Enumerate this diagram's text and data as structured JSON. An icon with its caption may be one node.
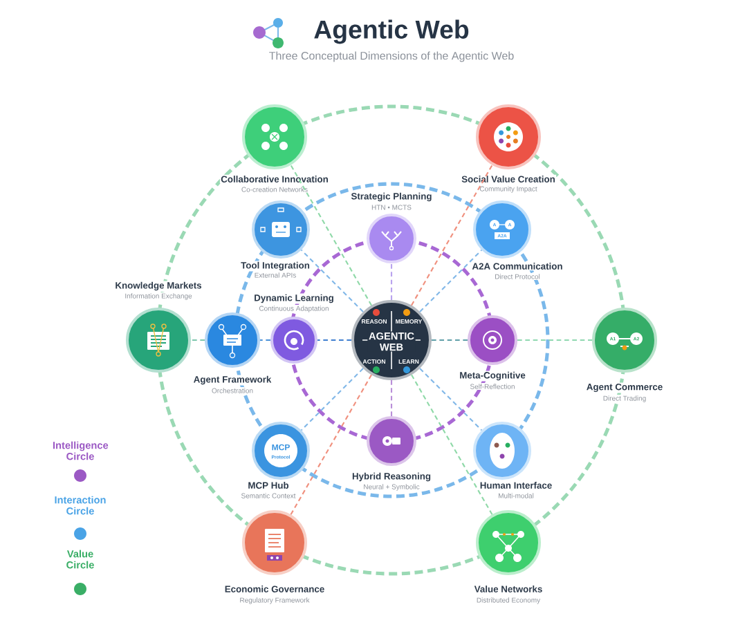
{
  "diagram": {
    "title": "Agentic Web",
    "nodes": [
      {
        "text": [
          "Collaborative Innovation",
          "Co-creation Networks"
        ]
      },
      {
        "text": [
          "Social Value Creation",
          "Community Impact"
        ]
      },
      {
        "text": [
          "Strategic Planning",
          "HTN • MCTS"
        ]
      },
      {
        "text": [
          "Tool Integration",
          "External APIs"
        ]
      },
      {
        "text": [
          "A2A Communication",
          "Direct Protocol",
          "A",
          "A",
          "A2A"
        ]
      },
      {
        "text": [
          "Knowledge Markets",
          "Information Exchange"
        ]
      },
      {
        "text": [
          "Agent Framework",
          "Orchestration"
        ]
      },
      {
        "text": [
          "Dynamic Learning",
          "Continuous Adaptation"
        ]
      },
      {
        "text": [
          "REASON",
          "MEMORY",
          "AGENTIC WEB",
          "ACTION",
          "LEARN"
        ]
      },
      {
        "text": [
          "Meta-Cognitive",
          "Self-Reflection"
        ]
      },
      {
        "text": [
          "Agent Commerce",
          "Direct Trading",
          "A1",
          "A2"
        ]
      },
      {
        "text": [
          "MCP Hub",
          "Semantic Context",
          "MCP",
          "Protocol"
        ]
      },
      {
        "text": [
          "Hybrid Reasoning",
          "Neural + Symbolic"
        ]
      },
      {
        "text": [
          "Human Interface",
          "Multi-modal"
        ]
      },
      {
        "text": [
          "Economic Governance",
          "Regulatory Framework"
        ]
      },
      {
        "text": [
          "Value Networks",
          "Distributed Economy"
        ]
      }
    ],
    "edges": [
      {
        "from": 8,
        "to": 2,
        "arrow": "none",
        "style": "dashed",
        "color": "#b9a3ee"
      },
      {
        "from": 8,
        "to": 12,
        "arrow": "none",
        "style": "dashed",
        "color": "#b98fd8"
      },
      {
        "from": 8,
        "to": 7,
        "arrow": "none",
        "style": "dashed",
        "color": "#3f7fd0"
      },
      {
        "from": 7,
        "to": 6,
        "arrow": "none",
        "style": "dashed",
        "color": "#4a90d8"
      },
      {
        "from": 6,
        "to": 5,
        "arrow": "none",
        "style": "dashed",
        "color": "#7cc6ad"
      },
      {
        "from": 8,
        "to": 9,
        "arrow": "none",
        "style": "dashed",
        "color": "#5f9fa8"
      },
      {
        "from": 9,
        "to": 10,
        "arrow": "none",
        "style": "dashed",
        "color": "#8fd8b0"
      },
      {
        "from": 8,
        "to": 3,
        "arrow": "none",
        "style": "dashed",
        "color": "#82b8e8"
      },
      {
        "from": 8,
        "to": 4,
        "arrow": "none",
        "style": "dashed",
        "color": "#82b8e8"
      },
      {
        "from": 8,
        "to": 11,
        "arrow": "none",
        "style": "dashed",
        "color": "#82b8e8"
      },
      {
        "from": 8,
        "to": 13,
        "arrow": "none",
        "style": "dashed",
        "color": "#82b8e8"
      },
      {
        "from": 8,
        "to": 0,
        "arrow": "none",
        "style": "dashed",
        "color": "#8fd9a8"
      },
      {
        "from": 8,
        "to": 15,
        "arrow": "none",
        "style": "dashed",
        "color": "#8fd9a8"
      },
      {
        "from": 8,
        "to": 1,
        "arrow": "none",
        "style": "dashed",
        "color": "#f0907e"
      },
      {
        "from": 8,
        "to": 14,
        "arrow": "none",
        "style": "dashed",
        "color": "#f0907e"
      }
    ],
    "labels": [
      "Three Conceptual Dimensions of the Agentic Web"
    ],
    "legend": [
      {
        "text": "Intelligence Circle",
        "color": "#9b59c4"
      },
      {
        "text": "Interaction Circle",
        "color": "#4aa3e6"
      },
      {
        "text": "Value Circle",
        "color": "#3aae66"
      }
    ]
  }
}
